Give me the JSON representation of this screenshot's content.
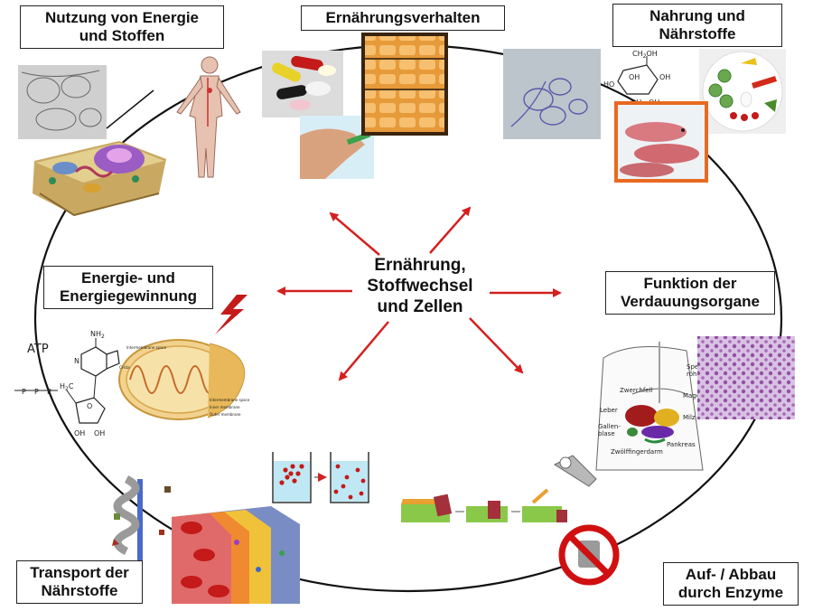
{
  "center_title": [
    "Ernährung,",
    "Stoffwechsel",
    "und Zellen"
  ],
  "labels": {
    "nutzung": [
      "Nutzung von Energie",
      "und Stoffen"
    ],
    "ernaehrungsverhalten": [
      "Ernährungsverhalten"
    ],
    "nahrung": [
      "Nahrung  und",
      "Nährstoffe"
    ],
    "energie": [
      "Energie- und",
      "Energiegewinnung"
    ],
    "funktion": [
      "Funktion der",
      "Verdauungsorgane"
    ],
    "transport": [
      "Transport der",
      "Nährstoffe"
    ],
    "aufabbau": [
      "Auf- / Abbau",
      "durch Enzyme"
    ]
  },
  "atp": {
    "title": "ATP",
    "nh2": "NH",
    "nh2_sub": "2",
    "n": "N",
    "oh1": "OH",
    "oh2": "OH",
    "o": "O",
    "p": "P",
    "ch2": "C",
    "ch2_sub": "H",
    "ch2_sub2": "2"
  },
  "glucose": {
    "ch2oh": "CH",
    "ch2oh_sub": "2",
    "ch2oh_suffix": "OH",
    "oh1": "OH",
    "oh2": "OH",
    "ho": "HO",
    "oh3": "OH",
    "oh4": "OH"
  },
  "mito_labels": [
    "Intermembrane space",
    "Crista",
    "Intermembrane space",
    "Inner membrane",
    "Outer membrane"
  ],
  "digest_labels": {
    "speiseroehre": [
      "Speise-",
      "röhre"
    ],
    "zwerchfell": "Zwerchfell",
    "magen": "Magen",
    "leber": "Leber",
    "milz": "Milz",
    "gallenblase": [
      "Gallen-",
      "blase"
    ],
    "pankreas": "Pankreas",
    "zwoelffingerdarm": "Zwölffingerdarm"
  },
  "colors": {
    "arrow": "#d42020",
    "circle": "#111111",
    "no_sign": "#d01010"
  }
}
